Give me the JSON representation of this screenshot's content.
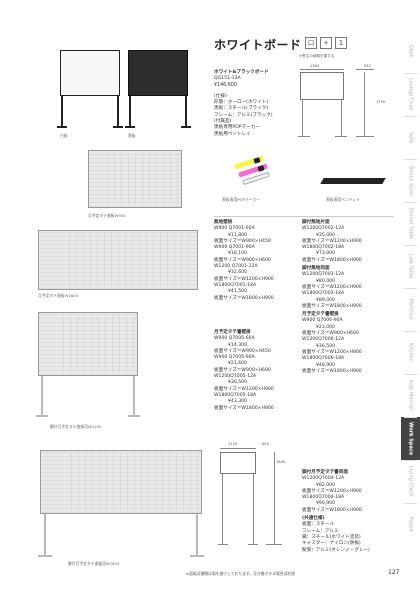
{
  "page": {
    "title": "ホワイトボード",
    "icons": [
      "ロ",
      "+",
      "1"
    ],
    "icon_caption": "※受注の納期を要する",
    "page_number": "127",
    "footnote": "※面板は開閉は傷を避けしております。浮き着けする場合は別途"
  },
  "sidebar": {
    "items": [
      {
        "label": "Desk",
        "active": false
      },
      {
        "label": "Lounge Chair",
        "active": false
      },
      {
        "label": "Sofa",
        "active": false
      },
      {
        "label": "Bench Stool",
        "active": false
      },
      {
        "label": "Dinner Table",
        "active": false
      },
      {
        "label": "Low Table",
        "active": false
      },
      {
        "label": "Partition",
        "active": false
      },
      {
        "label": "Kitchen",
        "active": false
      },
      {
        "label": "Kids Manner",
        "active": false
      },
      {
        "label": "Work Space",
        "active": true
      },
      {
        "label": "Living Chest",
        "active": false
      },
      {
        "label": "Pause",
        "active": false
      }
    ]
  },
  "captions": {
    "white_board": "白板",
    "black_board": "黒板",
    "wall_board_small": "月予定タテ書板W900",
    "wall_board_large": "月予定タテ書板W1800",
    "stand_board_small": "脚付月予定タテ書板用W1200",
    "stand_board_large": "脚付月予定タテ書板用W1800",
    "markers": "黒板専用POPマーカー",
    "tray": "黒板専用ペントレイ"
  },
  "whiteblack": {
    "name": "ホワイト&ブラックボード",
    "code": "QG151-13A",
    "price": "¥146,600",
    "spec_heading": "(仕様)",
    "spec": [
      "形態：ホーロー(ホワイト)",
      "黒板：スチール(ブラック)",
      "フレーム：アルミ(ブラック)"
    ],
    "accessory_heading": "(付属品)",
    "accessories": [
      "黒板専用POPマーカー",
      "黒板用ペントレイ"
    ]
  },
  "dims": {
    "w": "1300",
    "d": "540",
    "h": "1750",
    "w2": "1220",
    "d2": "600",
    "h2": "1640"
  },
  "col_left": [
    {
      "heading": "無地壁掛"
    },
    {
      "line": "W900   Q7001-60A"
    },
    {
      "line": "¥11,800",
      "indent": true
    },
    {
      "line": "板面サイズ＝W900×H450"
    },
    {
      "line": "W900   Q7001-90A"
    },
    {
      "line": "¥18,100",
      "indent": true
    },
    {
      "line": "板面サイズ＝W900×H600"
    },
    {
      "line": "W1200   Q7001-12A"
    },
    {
      "line": "¥32,600",
      "indent": true
    },
    {
      "line": "板面サイズ＝W1200×H900"
    },
    {
      "line": "W1800Q7001-18A"
    },
    {
      "line": "¥41,500",
      "indent": true
    },
    {
      "line": "板面サイズ＝W1800×H900"
    }
  ],
  "col_left2": [
    {
      "heading": "月予定タテ書壁掛"
    },
    {
      "line": "W900   Q7005-60A"
    },
    {
      "line": "¥14,300",
      "indent": true
    },
    {
      "line": "板面サイズ＝W900×H450"
    },
    {
      "line": "W900   Q7005-90A"
    },
    {
      "line": "¥21,600",
      "indent": true
    },
    {
      "line": "板面サイズ＝W900×H600"
    },
    {
      "line": "W1200Q7005-12A"
    },
    {
      "line": "¥36,500",
      "indent": true
    },
    {
      "line": "板面サイズ＝W1200×H900"
    },
    {
      "line": "W1800Q7005-18A"
    },
    {
      "line": "¥43,300",
      "indent": true
    },
    {
      "line": "板面サイズ＝W1800×H900"
    }
  ],
  "col_right": [
    {
      "heading": "脚付無地片面"
    },
    {
      "line": "W1200Q7002-12A"
    },
    {
      "line": "¥35,000",
      "indent": true
    },
    {
      "line": "板面サイズ＝W1200×H900"
    },
    {
      "line": "W1800Q7002-18A"
    },
    {
      "line": "¥73,000",
      "indent": true
    },
    {
      "line": "板面サイズ＝W1800×H900"
    },
    {
      "heading": "脚付無地両面"
    },
    {
      "line": "W1200Q7003-12A"
    },
    {
      "line": "¥80,000",
      "indent": true
    },
    {
      "line": "板面サイズ＝W1200×H900"
    },
    {
      "line": "W1800Q7003-18A"
    },
    {
      "line": "¥89,000",
      "indent": true
    },
    {
      "line": "板面サイズ＝W1800×H900"
    },
    {
      "heading": "月予定タテ書壁掛"
    },
    {
      "line": "W900   Q7006-90A"
    },
    {
      "line": "¥23,000",
      "indent": true
    },
    {
      "line": "板面サイズ＝W900×H600"
    },
    {
      "line": "W1200Q7006-12A"
    },
    {
      "line": "¥36,500",
      "indent": true
    },
    {
      "line": "板面サイズ＝W1200×H900"
    },
    {
      "line": "W1800Q7006-18A"
    },
    {
      "line": "¥48,900",
      "indent": true
    },
    {
      "line": "板面サイズ＝W1800×H900"
    }
  ],
  "col_right2": [
    {
      "heading": "脚付月予定タテ書両面"
    },
    {
      "line": "W1200Q7004-12A"
    },
    {
      "line": "¥82,000",
      "indent": true
    },
    {
      "line": "板面サイズ＝W1200×H900"
    },
    {
      "line": "W1800Q7004-18A"
    },
    {
      "line": "¥90,900",
      "indent": true
    },
    {
      "line": "板面サイズ＝W1800×H900"
    },
    {
      "heading": "(共通仕様)"
    },
    {
      "line": "板面：スチール"
    },
    {
      "line": "フレーム：アルミ"
    },
    {
      "line": "脚：スチール(ホワイト塗装)"
    },
    {
      "line": "キャスター：ナイロン(防振)"
    },
    {
      "line": "粉受：アルミ(オレンジ・グレー)"
    }
  ]
}
